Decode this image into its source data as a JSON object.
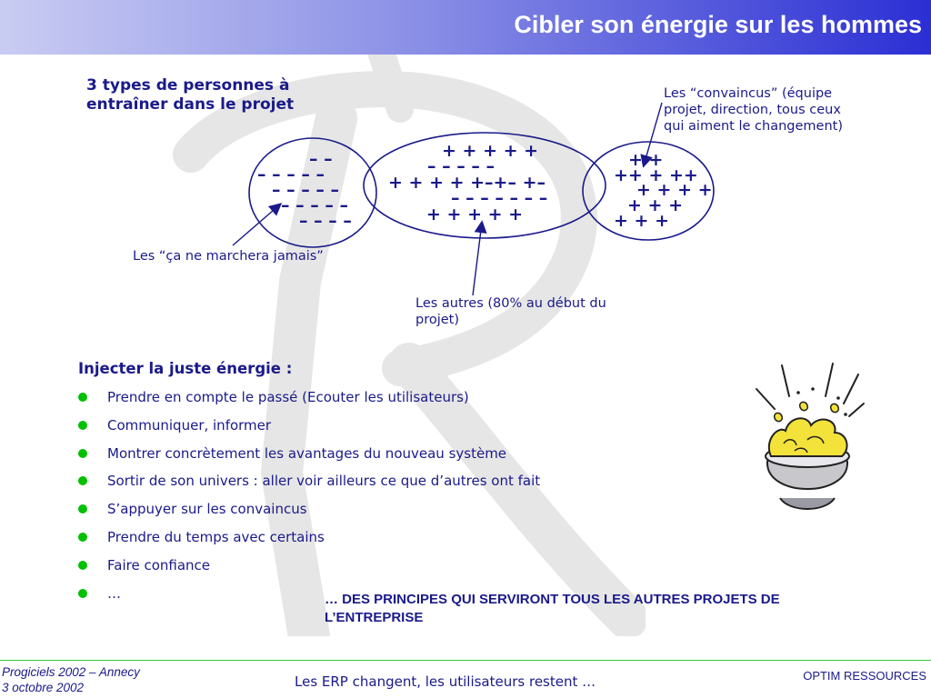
{
  "header": {
    "title": "Cibler son énergie sur les hommes"
  },
  "diagram": {
    "subtitle_line1": "3 types de personnes à",
    "subtitle_line2": "entraîner dans le projet",
    "label_convaincus": [
      "Les  “convaincus” (équipe",
      "projet, direction, tous ceux",
      "qui aiment le changement)"
    ],
    "label_negatifs": "Les  “ça ne marchera jamais”",
    "label_autres": [
      "Les  autres (80% au début du",
      "projet)"
    ],
    "group_negatifs_rows": [
      "– –",
      "– – – – –",
      "– – – – –",
      "– – – – –",
      "– – –  –"
    ],
    "group_autres_rows": [
      "+ + + + +",
      "– – – – –",
      "+ + + + +–+– +–",
      "– – – – – – –",
      "+ + + + +"
    ],
    "group_convaincus_rows": [
      "+ +",
      "++ + ++",
      "+ + +  +",
      "+ +  +",
      "+  +  +"
    ]
  },
  "actions": {
    "heading": "Injecter la juste énergie :",
    "items": [
      "Prendre en compte le passé (Ecouter les utilisateurs)",
      "Communiquer, informer",
      "Montrer concrètement les avantages du nouveau système",
      "Sortir de son univers : aller voir ailleurs ce que d’autres ont fait",
      "S’appuyer sur les convaincus",
      "Prendre du temps avec certains",
      "Faire confiance",
      "…"
    ]
  },
  "conclusion": [
    "… DES PRINCIPES QUI SERVIRONT TOUS LES AUTRES PROJETS DE",
    "L’ENTREPRISE"
  ],
  "footer": {
    "left_line1": "Progiciels 2002 – Annecy",
    "left_line2": "3 octobre 2002",
    "center": "Les ERP changent, les utilisateurs restent …",
    "right": "OPTIM RESSOURCES"
  },
  "colors": {
    "text": "#1a1a8a",
    "bullet": "#00c000",
    "footer_rule": "#2ecc40",
    "title_gradient_end": "#2b2fd4"
  }
}
